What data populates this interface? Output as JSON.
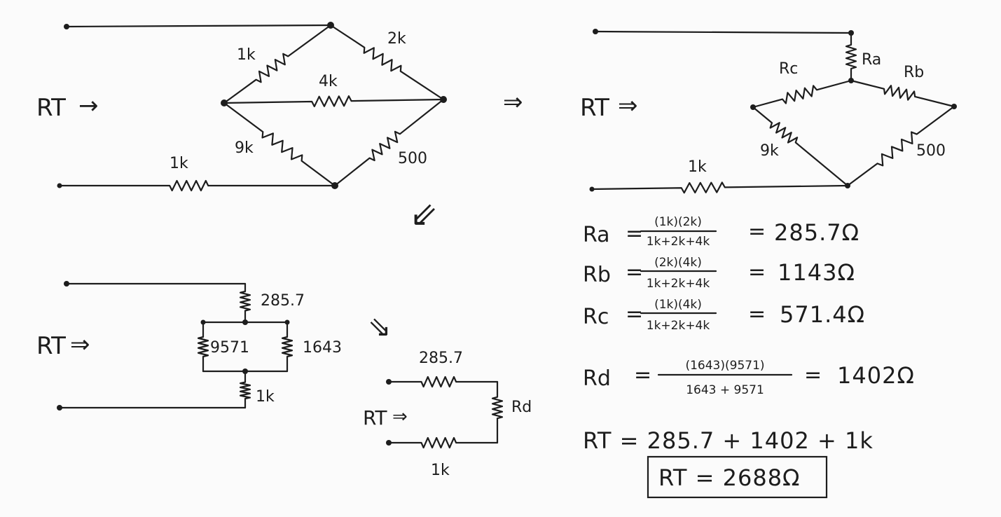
{
  "circuit1": {
    "input_label": "RT",
    "input_arrow": "→",
    "resistors": {
      "r_top_left": "1k",
      "r_top_right": "2k",
      "r_middle": "4k",
      "r_bottom_left": "9k",
      "r_bottom_right": "500",
      "r_series": "1k"
    }
  },
  "transform_arrow": "⇒",
  "circuit2": {
    "input_label": "RT",
    "input_arrow": "⇒",
    "resistors": {
      "ra": "Ra",
      "rb": "Rb",
      "rc": "Rc",
      "r_bottom_left": "9k",
      "r_bottom_right": "500",
      "r_series": "1k"
    }
  },
  "down_arrow": "⇙",
  "circuit3": {
    "input_label": "RT",
    "input_arrow": "⇒",
    "resistors": {
      "r_top": "285.7",
      "r_left": "9571",
      "r_right": "1643",
      "r_bottom": "1k"
    }
  },
  "curved_arrow": "⇘",
  "circuit4": {
    "input_label": "RT",
    "input_arrow": "⇒",
    "resistors": {
      "r_top": "285.7",
      "rd": "Rd",
      "r_bottom": "1k"
    }
  },
  "equations": {
    "ra": {
      "lhs": "Ra",
      "num": "(1k)(2k)",
      "den": "1k+2k+4k",
      "result": "285.7Ω"
    },
    "rb": {
      "lhs": "Rb",
      "num": "(2k)(4k)",
      "den": "1k+2k+4k",
      "result": "1143Ω"
    },
    "rc": {
      "lhs": "Rc",
      "num": "(1k)(4k)",
      "den": "1k+2k+4k",
      "result": "571.4Ω"
    },
    "rd": {
      "lhs": "Rd",
      "num": "(1643)(9571)",
      "den": "1643 + 9571",
      "result": "1402Ω"
    },
    "rt_sum": "RT = 285.7 + 1402 + 1k",
    "rt_final": "RT = 2688Ω"
  }
}
